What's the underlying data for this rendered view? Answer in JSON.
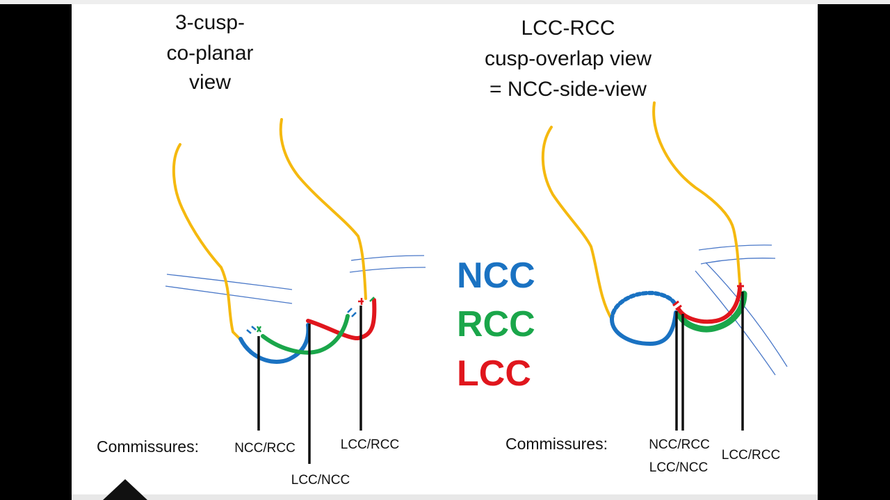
{
  "left_panel": {
    "title_lines": [
      "3-cusp-",
      "co-planar",
      "view"
    ],
    "commissures_label": "Commissures:",
    "labels": {
      "ncc_rcc": "NCC/RCC",
      "lcc_ncc": "LCC/NCC",
      "lcc_rcc": "LCC/RCC"
    }
  },
  "right_panel": {
    "title_lines": [
      "LCC-RCC",
      "cusp-overlap view",
      "= NCC-side-view"
    ],
    "commissures_label": "Commissures:",
    "labels": {
      "ncc_rcc": "NCC/RCC",
      "lcc_ncc": "LCC/NCC",
      "lcc_rcc": "LCC/RCC"
    }
  },
  "legend": [
    {
      "label": "NCC",
      "color": "#1a72c2"
    },
    {
      "label": "RCC",
      "color": "#1aa64a"
    },
    {
      "label": "LCC",
      "color": "#e0161d"
    }
  ],
  "colors": {
    "aorta_outline": "#f5b90f",
    "annulus_lines": "#4a78c8",
    "commissure_lines": "#111111"
  }
}
